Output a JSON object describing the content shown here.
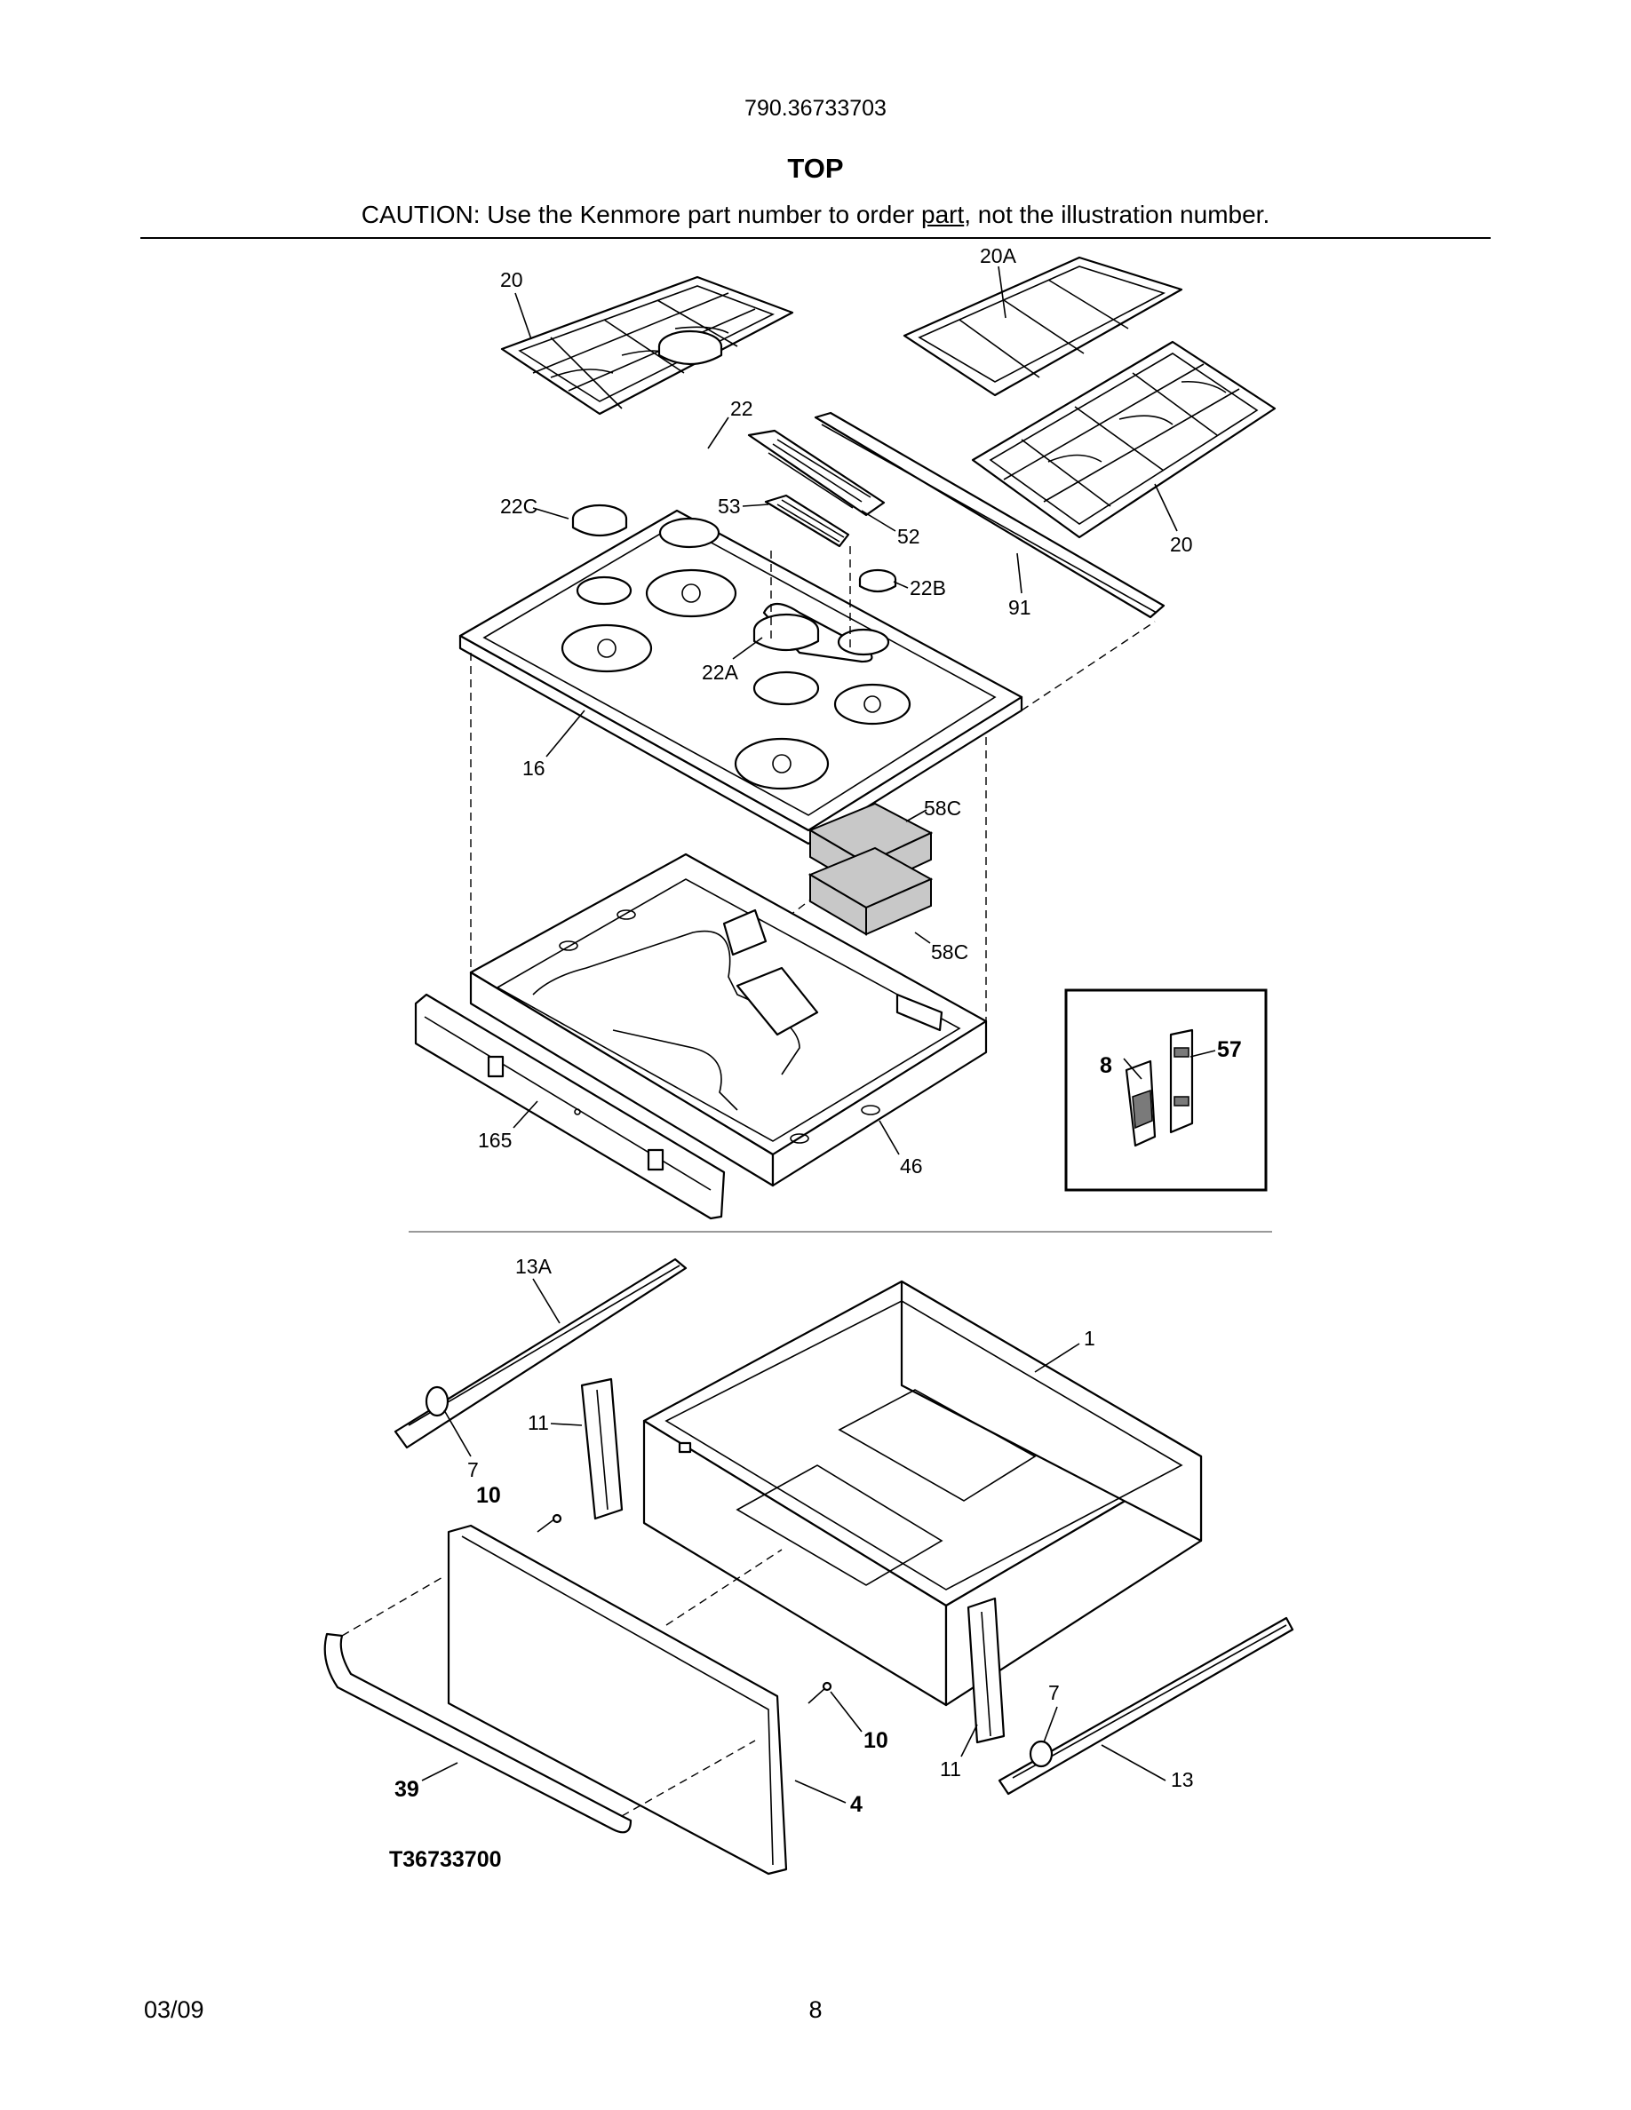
{
  "header": {
    "model_number": "790.36733703",
    "section_title": "TOP",
    "caution_prefix": "CAUTION: Use the Kenmore part number to order ",
    "caution_link": "part",
    "caution_suffix": ", not the illustration number."
  },
  "callouts": {
    "grate_left": "20",
    "grate_right_top": "20A",
    "grate_right_bottom": "20",
    "cap_22": "22",
    "cap_22c": "22C",
    "cap_22b": "22B",
    "cap_22a": "22A",
    "part_53": "53",
    "part_52": "52",
    "part_91": "91",
    "cooktop_16": "16",
    "part_58c_top": "58C",
    "part_58c_bottom": "58C",
    "part_165": "165",
    "part_46": "46",
    "inset_8": "8",
    "inset_57": "57",
    "rail_13a": "13A",
    "roller_7_left": "7",
    "bracket_11_left": "11",
    "screw_10_left": "10",
    "drawer_1": "1",
    "handle_39": "39",
    "panel_4": "4",
    "screw_10_right": "10",
    "bracket_11_right": "11",
    "roller_7_right": "7",
    "rail_13": "13",
    "drawing_id": "T36733700"
  },
  "footer": {
    "date": "03/09",
    "page_number": "8"
  }
}
